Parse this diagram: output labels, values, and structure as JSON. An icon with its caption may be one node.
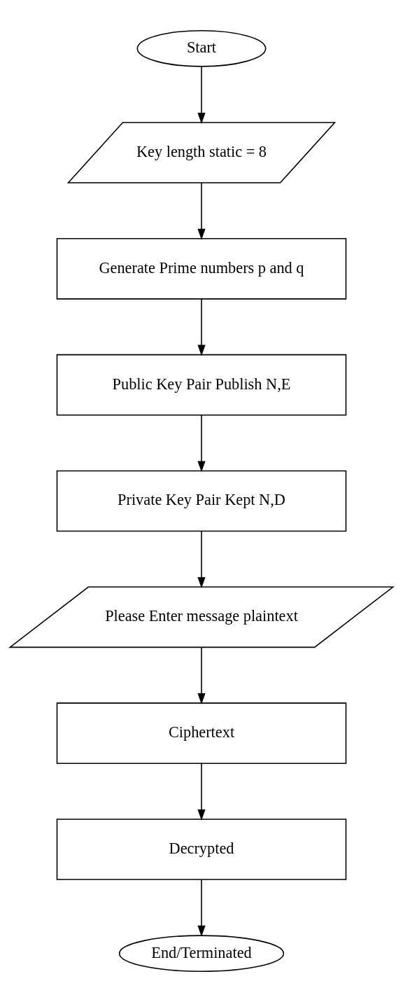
{
  "diagram": {
    "nodes": [
      {
        "text": [
          "Start"
        ]
      },
      {
        "text": [
          "Key length static = 8"
        ]
      },
      {
        "text": [
          "Generate Prime numbers p and q"
        ]
      },
      {
        "text": [
          "Public Key Pair Publish N,E"
        ]
      },
      {
        "text": [
          "Private Key Pair Kept N,D"
        ]
      },
      {
        "text": [
          "Please Enter message plaintext"
        ]
      },
      {
        "text": [
          "Ciphertext"
        ]
      },
      {
        "text": [
          "Decrypted"
        ]
      },
      {
        "text": [
          "End/Terminated"
        ]
      }
    ],
    "edges": [
      {
        "from": 0,
        "to": 1,
        "arrow": "to"
      },
      {
        "from": 1,
        "to": 2,
        "arrow": "to"
      },
      {
        "from": 2,
        "to": 3,
        "arrow": "to"
      },
      {
        "from": 3,
        "to": 4,
        "arrow": "to"
      },
      {
        "from": 4,
        "to": 5,
        "arrow": "to"
      },
      {
        "from": 5,
        "to": 6,
        "arrow": "to"
      },
      {
        "from": 6,
        "to": 7,
        "arrow": "to"
      },
      {
        "from": 7,
        "to": 8,
        "arrow": "to"
      }
    ]
  }
}
